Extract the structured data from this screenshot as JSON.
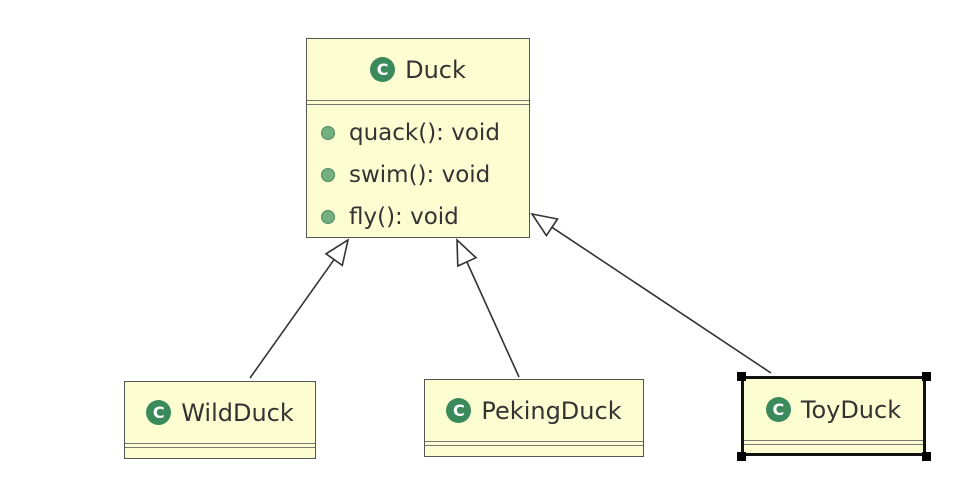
{
  "diagram": {
    "classes": [
      {
        "id": "duck",
        "icon": "class-c-icon",
        "icon_glyph": "C",
        "name": "Duck",
        "methods": [
          "quack(): void",
          "swim(): void",
          "fly(): void"
        ]
      },
      {
        "id": "wildduck",
        "icon": "class-c-icon",
        "icon_glyph": "C",
        "name": "WildDuck",
        "methods": []
      },
      {
        "id": "pekingduck",
        "icon": "class-c-icon",
        "icon_glyph": "C",
        "name": "PekingDuck",
        "methods": []
      },
      {
        "id": "toyduck",
        "icon": "class-c-icon",
        "icon_glyph": "C",
        "name": "ToyDuck",
        "methods": [],
        "selected": true
      }
    ],
    "relationships": [
      {
        "type": "generalization",
        "from": "wildduck",
        "to": "duck"
      },
      {
        "type": "generalization",
        "from": "pekingduck",
        "to": "duck"
      },
      {
        "type": "generalization",
        "from": "toyduck",
        "to": "duck"
      }
    ],
    "colors": {
      "class_fill": "#fdfdd2",
      "class_border": "#555555",
      "icon_green": "#3a8a5c",
      "method_dot": "#74b07f",
      "edge": "#333333"
    }
  }
}
